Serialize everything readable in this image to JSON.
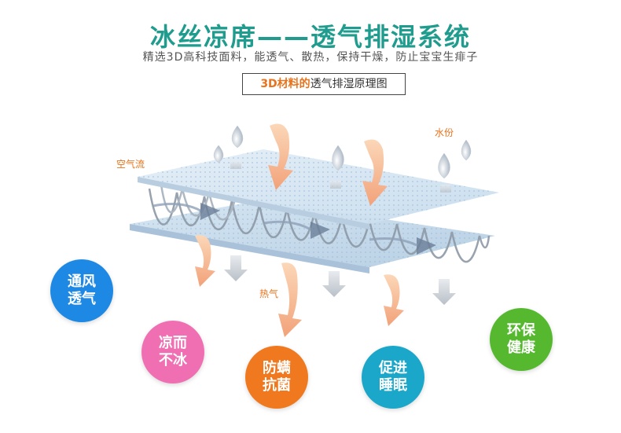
{
  "title": "冰丝凉席——透气排湿系统",
  "subtitle": "精选3D高科技面料，能透气、散热，保持干燥，防止宝宝生痱子",
  "tag": {
    "highlight": "3D材料的",
    "rest": "透气排湿原理图"
  },
  "labels": {
    "airflow": "空气流",
    "moisture": "水份",
    "heat": "热气"
  },
  "features": [
    {
      "text": "通风透气",
      "color": "#1e88e5"
    },
    {
      "text": "凉而不冰",
      "color": "#f06fb2"
    },
    {
      "text": "防螨抗菌",
      "color": "#f0781e"
    },
    {
      "text": "促进睡眠",
      "color": "#1aa7c9"
    },
    {
      "text": "环保健康",
      "color": "#55b82f"
    }
  ],
  "colors": {
    "title": "#1f9c8e",
    "accent": "#e8731c"
  }
}
